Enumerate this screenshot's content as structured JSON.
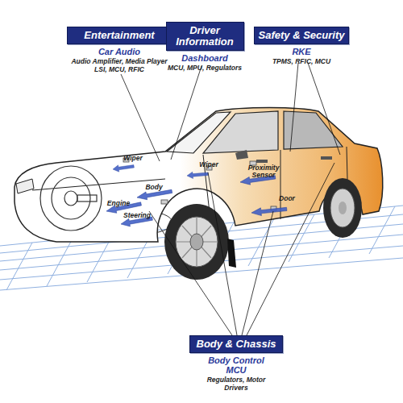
{
  "diagram": {
    "nodes": [
      {
        "text": [
          "Entertainment",
          "Car Audio",
          "Audio Amplifier, Media Player LSI, MCU, RFIC"
        ]
      },
      {
        "text": [
          "Driver Information",
          "Dashboard",
          "MCU, MPU, Regulators"
        ]
      },
      {
        "text": [
          "Safety & Security",
          "RKE",
          "TPMS, RFIC, MCU"
        ]
      },
      {
        "text": [
          "Body & Chassis",
          "Body Control MCU",
          "Regulators, Motor Drivers"
        ]
      }
    ],
    "labels": [
      "Wiper",
      "Wiper",
      "Body",
      "Engine",
      "Steering",
      "Proximity Sensor",
      "Door"
    ]
  }
}
